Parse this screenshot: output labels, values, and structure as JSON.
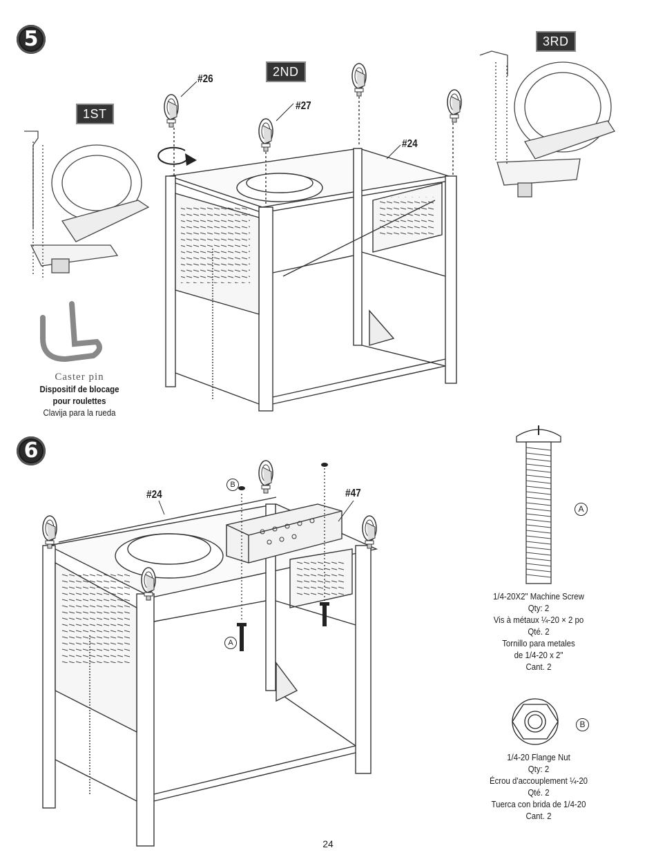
{
  "step5": {
    "number": "5",
    "order_tags": [
      "1ST",
      "2ND",
      "3RD"
    ],
    "part_labels": [
      "#26",
      "#27",
      "#24"
    ]
  },
  "caster_pin": {
    "en": "Caster pin",
    "fr_line1": "Dispositif de blocage",
    "fr_line2": "pour roulettes",
    "es": "Clavija para la rueda"
  },
  "step6": {
    "number": "6",
    "part_labels": [
      "#24",
      "#47"
    ],
    "callouts": [
      "B",
      "A"
    ]
  },
  "hardware": {
    "screw": {
      "marker": "A",
      "en": "1/4-20X2\" Machine Screw",
      "qty_en": "Qty: 2",
      "fr": "Vis à métaux ¼-20 × 2 po",
      "qty_fr": "Qté. 2",
      "es_line1": "Tornillo para metales",
      "es_line2": "de 1/4-20 x 2\"",
      "qty_es": "Cant. 2"
    },
    "nut": {
      "marker": "B",
      "en": "1/4-20  Flange Nut",
      "qty_en": "Qty: 2",
      "fr": "Écrou d'accouplement ¼-20",
      "qty_fr": "Qté. 2",
      "es": "Tuerca con brida de 1/4-20",
      "qty_es": "Cant. 2"
    }
  },
  "page_number": "24"
}
